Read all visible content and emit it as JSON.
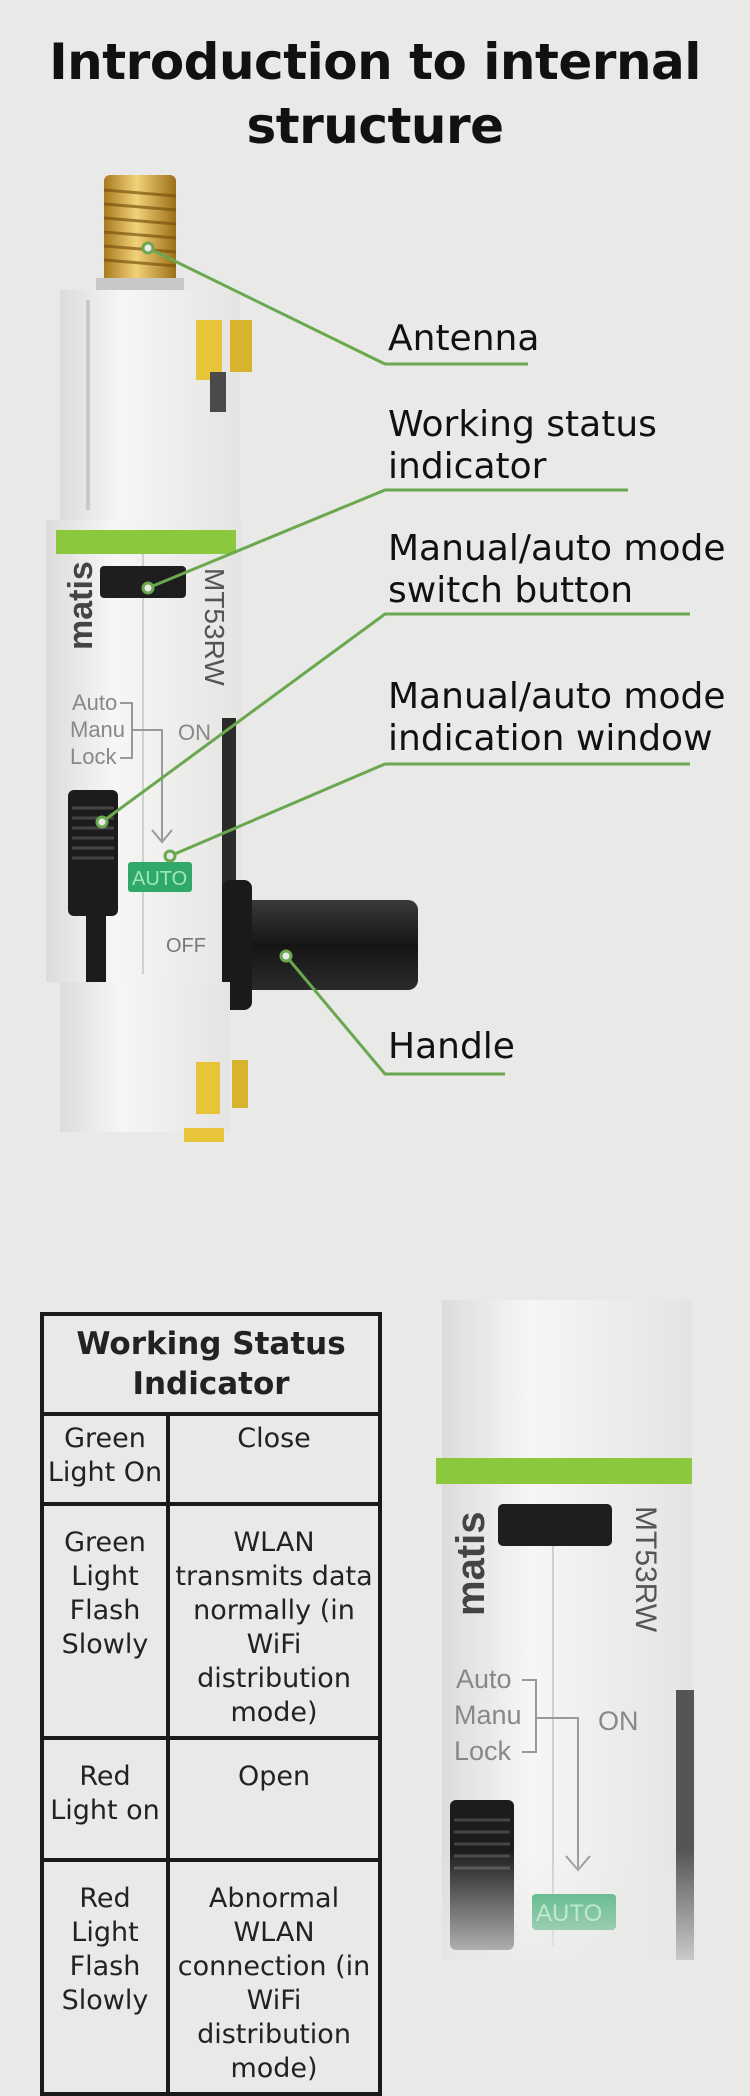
{
  "page_title": "Introduction to internal structure",
  "device": {
    "brand": "matis",
    "model": "MT53RW",
    "mode_labels": [
      "Auto",
      "Manu",
      "Lock"
    ],
    "on_label": "ON",
    "off_label": "OFF",
    "mode_window": "AUTO"
  },
  "callouts": {
    "antenna": "Antenna",
    "status_indicator_line1": "Working status",
    "status_indicator_line2": "indicator",
    "switch_button_line1": "Manual/auto mode",
    "switch_button_line2": "switch button",
    "indication_window_line1": "Manual/auto mode",
    "indication_window_line2": "indication window",
    "handle": "Handle"
  },
  "status_table": {
    "header": "Working Status Indicator",
    "rows": [
      {
        "state": "Green Light On",
        "meaning": "Close"
      },
      {
        "state": "Green Light Flash Slowly",
        "meaning": "WLAN transmits data normally (in WiFi distribution mode)"
      },
      {
        "state": "Red Light on",
        "meaning": "Open"
      },
      {
        "state": "Red Light Flash Slowly",
        "meaning": "Abnormal WLAN connection (in WiFi distribution mode)"
      }
    ]
  },
  "colors": {
    "accent_green": "#8cc83c",
    "callout_line": "#6aa84f",
    "device_body": "#f3f3f1",
    "handle_black": "#1c1c1c",
    "clip_yellow": "#e8c93a"
  }
}
